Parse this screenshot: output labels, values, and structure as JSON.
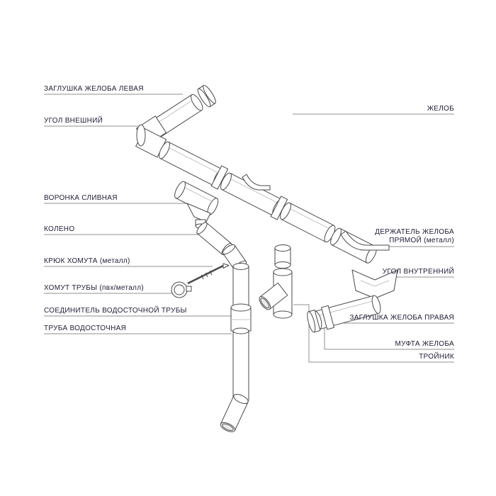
{
  "diagram": {
    "subject": "Схема водосточной системы (exploded diagram of a rain gutter system)",
    "colors": {
      "leader_line": "#8f8f8f",
      "part_stroke": "#4a4a4a",
      "label_text": "#1d1d35",
      "background": "#ffffff"
    }
  },
  "labels": {
    "left": [
      {
        "text": "ЗАГЛУШКА ЖЕЛОБА ЛЕВАЯ"
      },
      {
        "text": "УГОЛ ВНЕШНИЙ"
      },
      {
        "text": "ВОРОНКА СЛИВНАЯ"
      },
      {
        "text": "КОЛЕНО"
      },
      {
        "text": "КРЮК ХОМУТА (металл)"
      },
      {
        "text": "ХОМУТ ТРУБЫ (пвх/металл)"
      },
      {
        "text": "СОЕДИНИТЕЛЬ ВОДОСТОЧНОЙ ТРУБЫ"
      },
      {
        "text": "ТРУБА ВОДОСТОЧНАЯ"
      }
    ],
    "right": [
      {
        "text": "ЖЕЛОБ"
      },
      {
        "text": "ДЕРЖАТЕЛЬ ЖЕЛОБА\nПРЯМОЙ (металл)"
      },
      {
        "text": "УГОЛ ВНУТРЕННИЙ"
      },
      {
        "text": "ЗАГЛУШКА ЖЕЛОБА ПРАВАЯ"
      },
      {
        "text": "МУФТА ЖЕЛОБА"
      },
      {
        "text": "ТРОЙНИК"
      }
    ]
  }
}
